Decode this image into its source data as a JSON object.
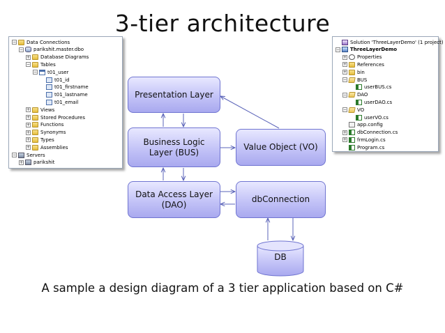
{
  "title": "3-tier architecture",
  "caption": "A sample a design diagram of a 3 tier application based on C#",
  "left_tree": [
    {
      "label": "Data Connections",
      "icon": "folder-icon",
      "level": 0,
      "exp": "-",
      "bold": false
    },
    {
      "label": "parikshit.master.dbo",
      "icon": "database-icon",
      "level": 1,
      "exp": "-",
      "bold": false
    },
    {
      "label": "Database Diagrams",
      "icon": "folder-icon",
      "level": 2,
      "exp": "+",
      "bold": false
    },
    {
      "label": "Tables",
      "icon": "folder-icon",
      "level": 2,
      "exp": "-",
      "bold": false
    },
    {
      "label": "t01_user",
      "icon": "table-icon",
      "level": 3,
      "exp": "-",
      "bold": false
    },
    {
      "label": "t01_id",
      "icon": "column-icon",
      "level": 4,
      "exp": "",
      "bold": false
    },
    {
      "label": "t01_firstname",
      "icon": "column-icon",
      "level": 4,
      "exp": "",
      "bold": false
    },
    {
      "label": "t01_lastname",
      "icon": "column-icon",
      "level": 4,
      "exp": "",
      "bold": false
    },
    {
      "label": "t01_email",
      "icon": "column-icon",
      "level": 4,
      "exp": "",
      "bold": false
    },
    {
      "label": "Views",
      "icon": "folder-icon",
      "level": 2,
      "exp": "+",
      "bold": false
    },
    {
      "label": "Stored Procedures",
      "icon": "folder-icon",
      "level": 2,
      "exp": "+",
      "bold": false
    },
    {
      "label": "Functions",
      "icon": "folder-icon",
      "level": 2,
      "exp": "+",
      "bold": false
    },
    {
      "label": "Synonyms",
      "icon": "folder-icon",
      "level": 2,
      "exp": "+",
      "bold": false
    },
    {
      "label": "Types",
      "icon": "folder-icon",
      "level": 2,
      "exp": "+",
      "bold": false
    },
    {
      "label": "Assemblies",
      "icon": "folder-icon",
      "level": 2,
      "exp": "+",
      "bold": false
    },
    {
      "label": "Servers",
      "icon": "server-icon",
      "level": 0,
      "exp": "-",
      "bold": false
    },
    {
      "label": "parikshit",
      "icon": "server-icon",
      "level": 1,
      "exp": "+",
      "bold": false
    }
  ],
  "right_tree": [
    {
      "label": "Solution 'ThreeLayerDemo' (1 project)",
      "icon": "solution-icon",
      "level": 0,
      "exp": "",
      "bold": false
    },
    {
      "label": "ThreeLayerDemo",
      "icon": "project-icon",
      "level": 0,
      "exp": "-",
      "bold": true
    },
    {
      "label": "Properties",
      "icon": "properties-icon",
      "level": 1,
      "exp": "+",
      "bold": false
    },
    {
      "label": "References",
      "icon": "references-icon",
      "level": 1,
      "exp": "+",
      "bold": false
    },
    {
      "label": "bin",
      "icon": "folder-icon",
      "level": 1,
      "exp": "+",
      "bold": false
    },
    {
      "label": "BUS",
      "icon": "folder-open-icon",
      "level": 1,
      "exp": "-",
      "bold": false
    },
    {
      "label": "userBUS.cs",
      "icon": "csharp-file-icon",
      "level": 2,
      "exp": "",
      "bold": false
    },
    {
      "label": "DAO",
      "icon": "folder-open-icon",
      "level": 1,
      "exp": "-",
      "bold": false
    },
    {
      "label": "userDAO.cs",
      "icon": "csharp-file-icon",
      "level": 2,
      "exp": "",
      "bold": false
    },
    {
      "label": "VO",
      "icon": "folder-open-icon",
      "level": 1,
      "exp": "-",
      "bold": false
    },
    {
      "label": "userVO.cs",
      "icon": "csharp-file-icon",
      "level": 2,
      "exp": "",
      "bold": false
    },
    {
      "label": "app.config",
      "icon": "config-file-icon",
      "level": 1,
      "exp": "",
      "bold": false
    },
    {
      "label": "dbConnection.cs",
      "icon": "csharp-file-icon",
      "level": 1,
      "exp": "+",
      "bold": false
    },
    {
      "label": "frmLogin.cs",
      "icon": "csharp-file-icon",
      "level": 1,
      "exp": "+",
      "bold": false
    },
    {
      "label": "Program.cs",
      "icon": "csharp-file-icon",
      "level": 1,
      "exp": "",
      "bold": false
    }
  ],
  "diagram": {
    "presentation": "Presentation Layer",
    "bus": "Business Logic\nLayer (BUS)",
    "vo": "Value Object (VO)",
    "dao": "Data Access Layer\n(DAO)",
    "dbconn": "dbConnection",
    "db": "DB"
  },
  "colors": {
    "box_border": "#6f74d0",
    "arrow": "#5a63b8"
  }
}
